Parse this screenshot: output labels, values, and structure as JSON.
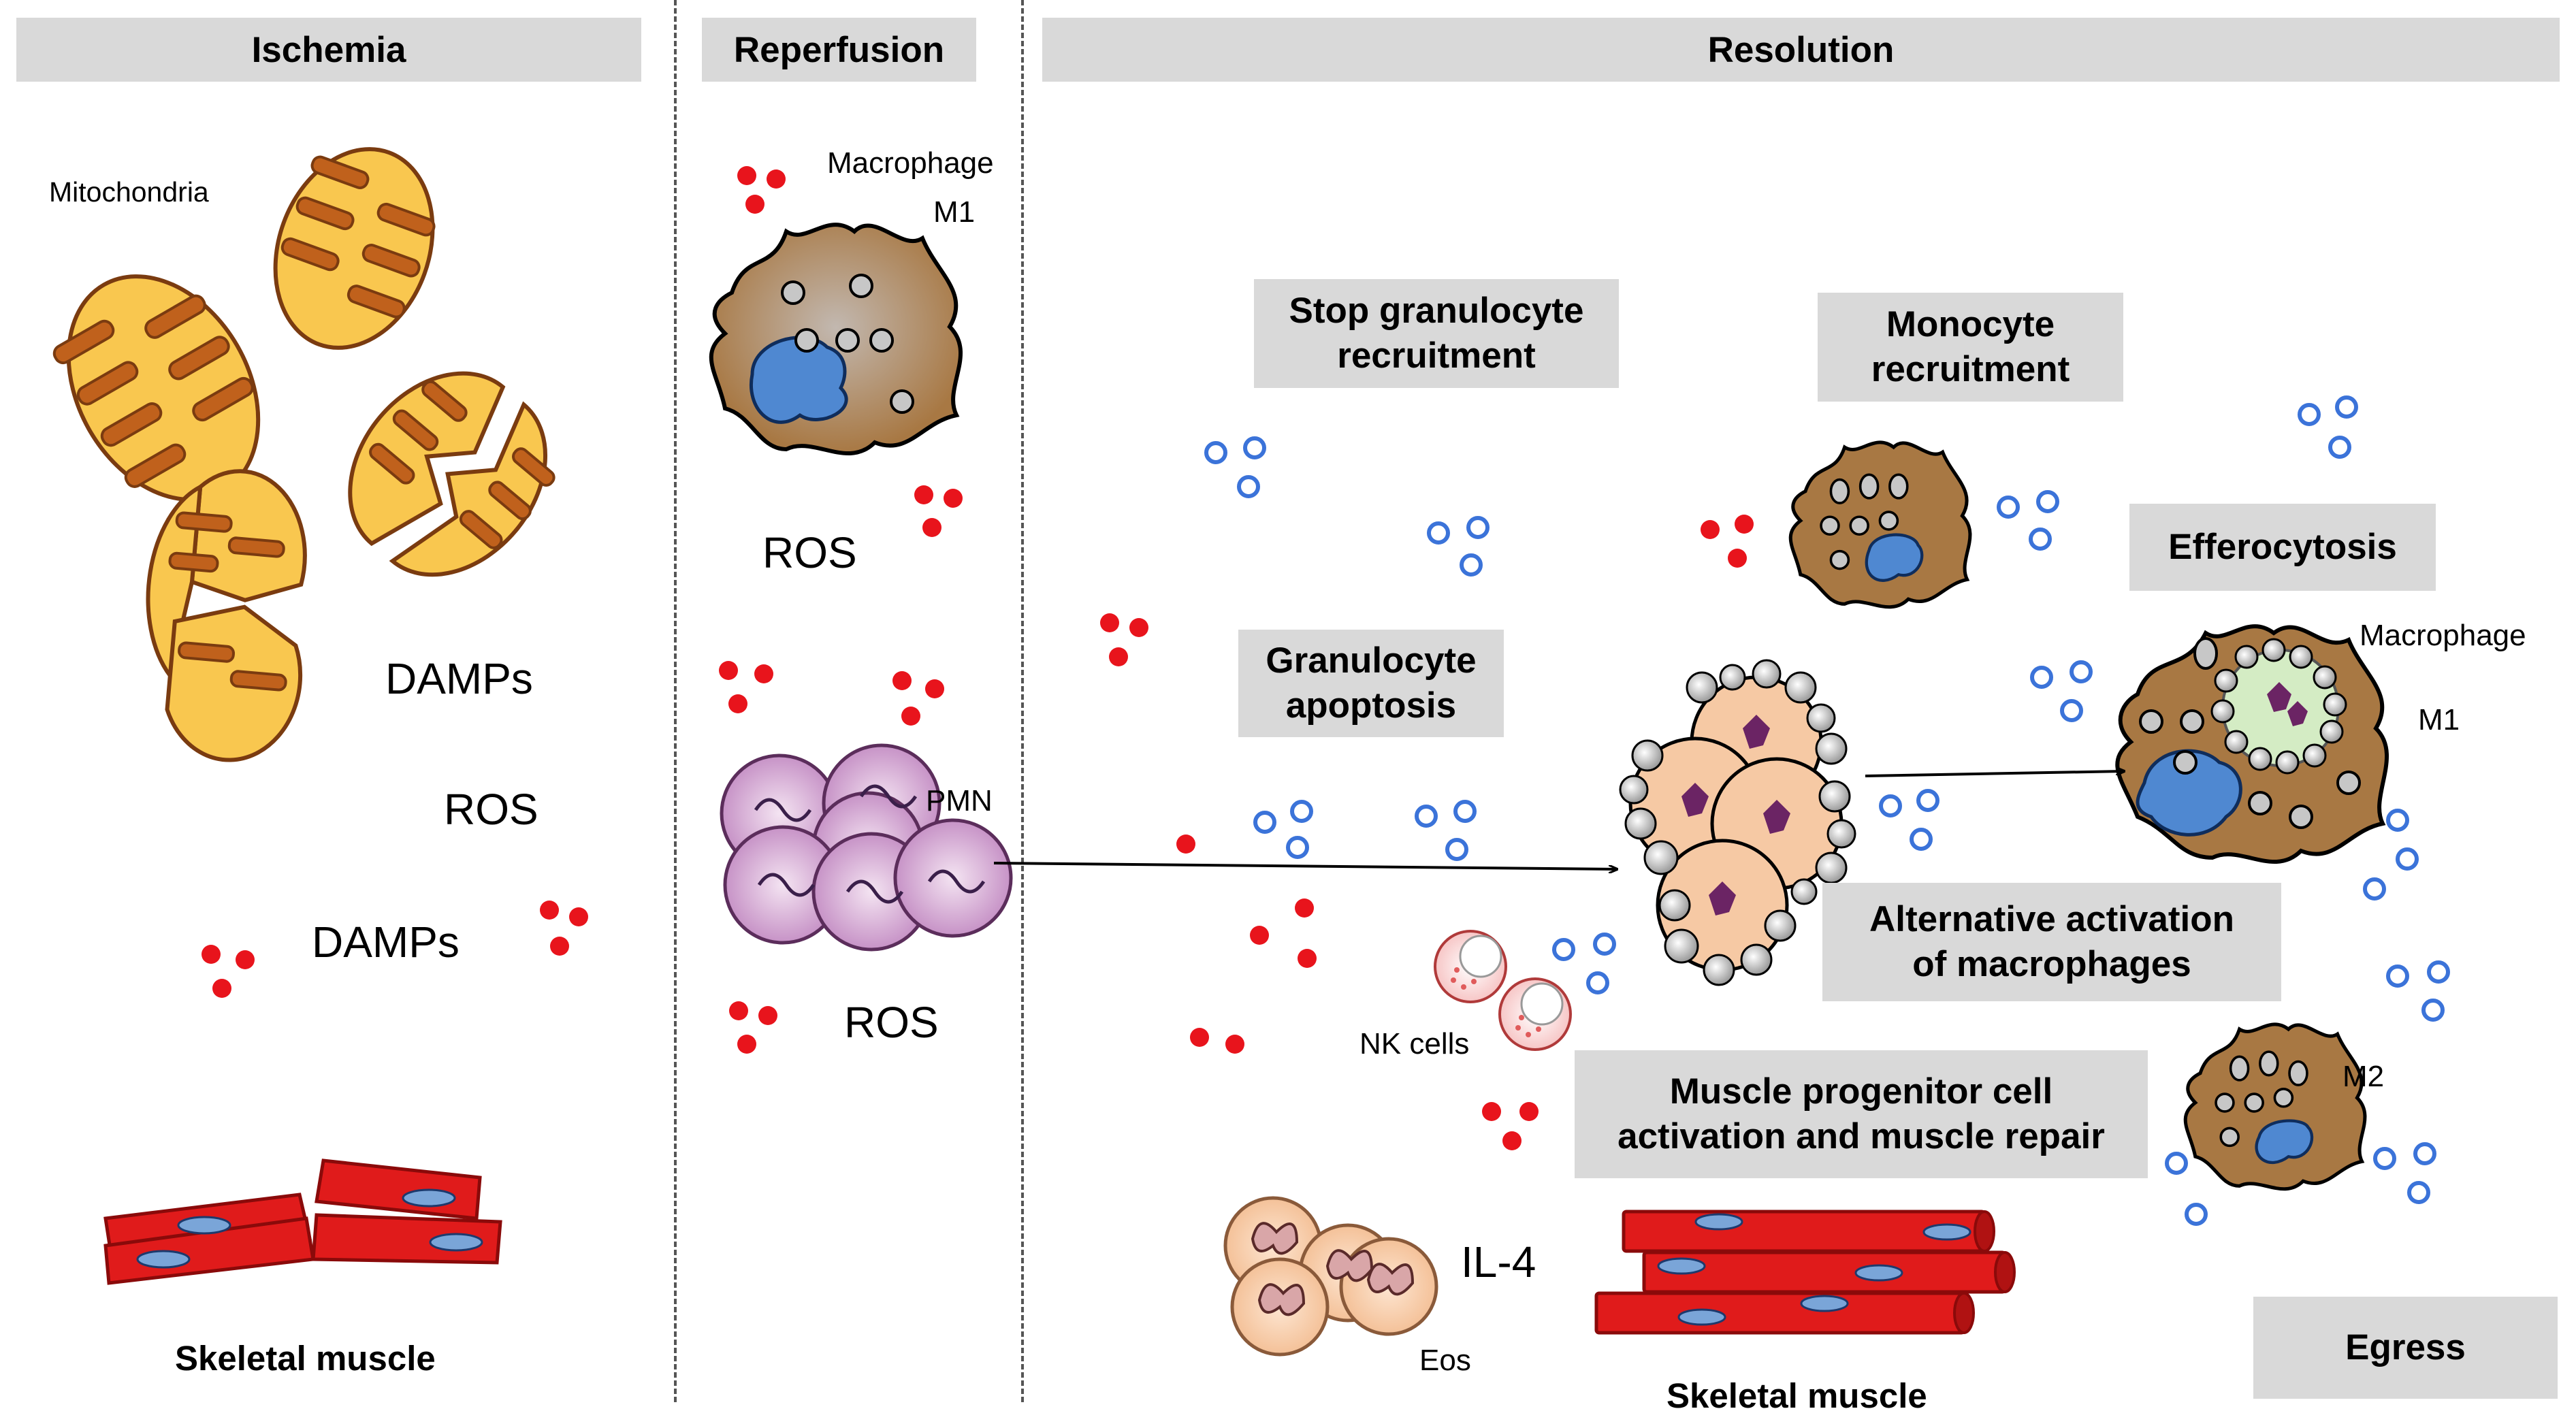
{
  "headers": {
    "ischemia": "Ischemia",
    "reperfusion": "Reperfusion",
    "resolution": "Resolution"
  },
  "ischemia": {
    "mitochondria_label": "Mitochondria",
    "damps_1": "DAMPs",
    "ros": "ROS",
    "damps_2": "DAMPs",
    "skeletal_muscle": "Skeletal muscle"
  },
  "reperfusion": {
    "macrophage_label": "Macrophage",
    "m1_label": "M1",
    "ros_1": "ROS",
    "pmn_label": "PMN",
    "ros_2": "ROS"
  },
  "resolution": {
    "stop_granulocyte": "Stop granulocyte\nrecruitment",
    "monocyte_recruitment": "Monocyte\nrecruitment",
    "efferocytosis": "Efferocytosis",
    "granulocyte_apoptosis": "Granulocyte\napoptosis",
    "macrophage_label": "Macrophage",
    "m1_label": "M1",
    "alternative_activation": "Alternative activation\nof macrophages",
    "nk_cells": "NK cells",
    "muscle_progenitor": "Muscle progenitor cell\nactivation and muscle repair",
    "m2_label": "M2",
    "il4": "IL-4",
    "eos": "Eos",
    "skeletal_muscle": "Skeletal muscle",
    "egress": "Egress"
  },
  "colors": {
    "header_bg": "#d9d9d9",
    "ros_red": "#e8141c",
    "cytokine_blue": "#3b73d9",
    "mito_yellow": "#f9c74f",
    "mito_cristae": "#b85c1a",
    "macrophage_brown": "#a87843",
    "nucleus_blue": "#4f88d1",
    "pmn_purple": "#c896c8",
    "muscle_red": "#e01b1b",
    "muscle_nucleus": "#7aa5d8",
    "eos_peach": "#f6c9a4"
  },
  "icons": [
    "mitochondrion-icon",
    "macrophage-icon",
    "neutrophil-icon",
    "apoptotic-cell-icon",
    "nk-cell-icon",
    "eosinophil-icon",
    "muscle-fiber-icon",
    "ros-dot-icon",
    "cytokine-ring-icon",
    "arrow-icon"
  ]
}
